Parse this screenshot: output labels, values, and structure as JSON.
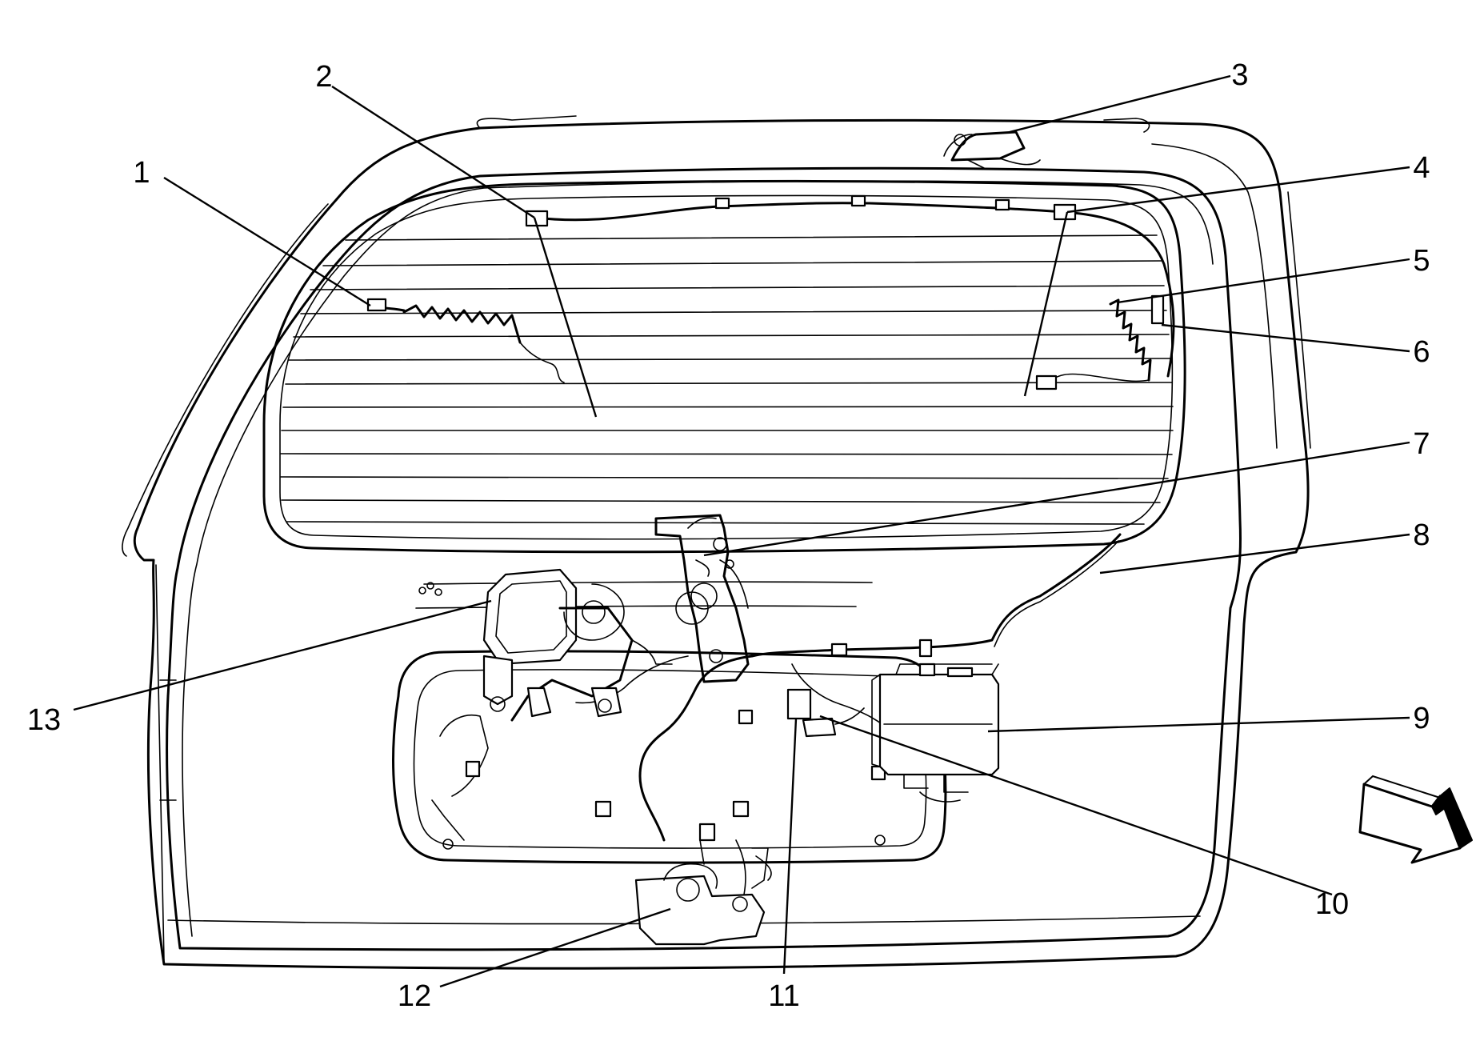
{
  "callouts": [
    "1",
    "2",
    "3",
    "4",
    "5",
    "6",
    "7",
    "8",
    "9",
    "10",
    "11",
    "12",
    "13"
  ],
  "icons": {
    "direction": "front-of-vehicle-arrow-icon"
  }
}
